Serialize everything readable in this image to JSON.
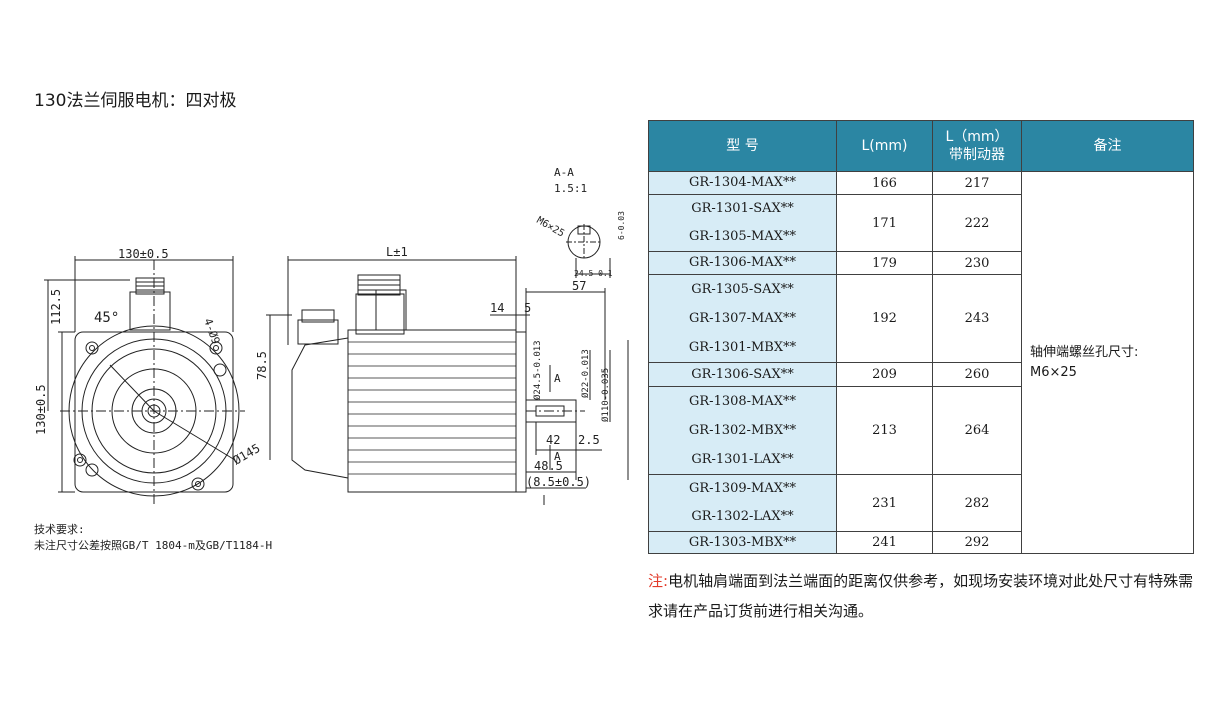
{
  "title": "130法兰伺服电机：四对极",
  "drawing": {
    "dim_flange_width": "130±0.5",
    "dim_flange_height": "130±0.5",
    "dim_112": "112.5",
    "dim_angle": "45°",
    "dim_hole": "4-Ø9",
    "dim_pcd": "Ø145",
    "dim_length": "L±1",
    "dim_78": "78.5",
    "dim_57": "57",
    "dim_14": "14",
    "dim_5": "5",
    "dim_42": "42",
    "dim_2_5": "2.5",
    "dim_48_5": "48.5",
    "dim_8_5": "(8.5±0.5)",
    "dim_shaft": "Ø24.5-0.013",
    "dim_pilot": "Ø22-0.013",
    "dim_spigot": "Ø110-0.035",
    "section_a_top": "A",
    "section_a_bottom": "A",
    "section_name": "A-A",
    "section_scale": "1.5:1",
    "section_thread": "M6×25",
    "section_key": "6-0.03",
    "section_depth": "24.5-0.1"
  },
  "tech_requirements": {
    "heading": "技术要求:",
    "line": "未注尺寸公差按照GB/T 1804-m及GB/T1184-H"
  },
  "table": {
    "headers": {
      "model": "型  号",
      "length": "L(mm)",
      "brake_line1": "L（mm）",
      "brake_line2": "带制动器",
      "remark": "备注"
    },
    "rows": [
      {
        "models": [
          "GR-1304-MAX**"
        ],
        "l": "166",
        "l_brake": "217"
      },
      {
        "models": [
          "GR-1301-SAX**",
          "GR-1305-MAX**"
        ],
        "l": "171",
        "l_brake": "222"
      },
      {
        "models": [
          "GR-1306-MAX**"
        ],
        "l": "179",
        "l_brake": "230"
      },
      {
        "models": [
          "GR-1305-SAX**",
          "GR-1307-MAX**",
          "GR-1301-MBX**"
        ],
        "l": "192",
        "l_brake": "243"
      },
      {
        "models": [
          "GR-1306-SAX**"
        ],
        "l": "209",
        "l_brake": "260"
      },
      {
        "models": [
          "GR-1308-MAX**",
          "GR-1302-MBX**",
          "GR-1301-LAX**"
        ],
        "l": "213",
        "l_brake": "264"
      },
      {
        "models": [
          "GR-1309-MAX**",
          "GR-1302-LAX**"
        ],
        "l": "231",
        "l_brake": "282"
      },
      {
        "models": [
          "GR-1303-MBX**"
        ],
        "l": "241",
        "l_brake": "292"
      }
    ],
    "remark_line1": "轴伸端螺丝孔尺寸:",
    "remark_line2": "M6×25"
  },
  "note": {
    "label": "注:",
    "text": "电机轴肩端面到法兰端面的距离仅供参考，如现场安装环境对此处尺寸有特殊需求请在产品订货前进行相关沟通。"
  },
  "colors": {
    "header_bg": "#2b86a3",
    "model_cell_bg": "#d7ecf6",
    "note_label": "#e23a2a"
  }
}
